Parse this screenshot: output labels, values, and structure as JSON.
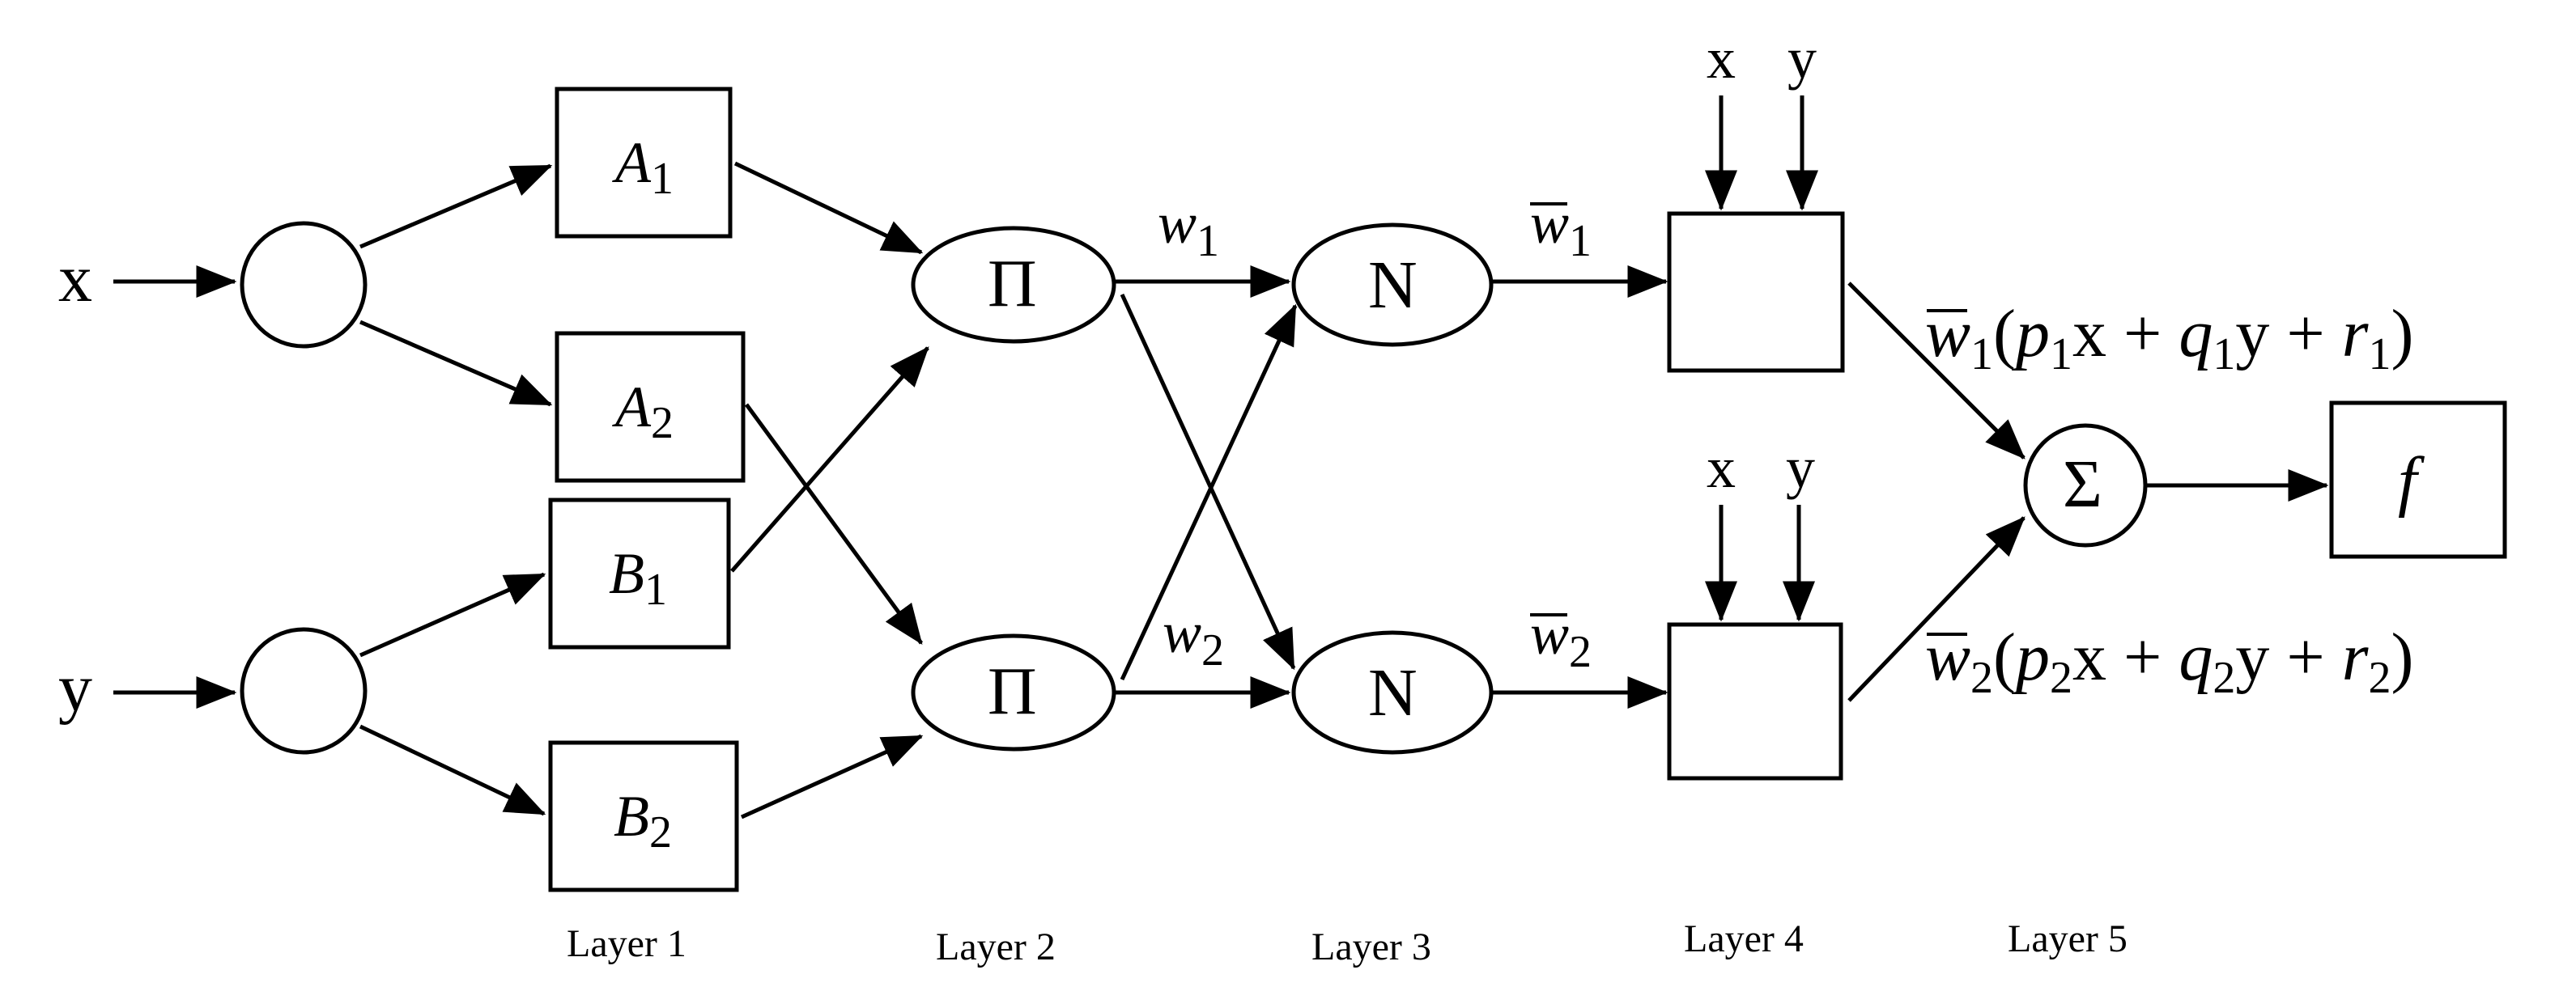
{
  "inputs": {
    "x": "x",
    "y": "y"
  },
  "layer1": {
    "a1": "A",
    "a1_sub": "1",
    "a2": "A",
    "a2_sub": "2",
    "b1": "B",
    "b1_sub": "1",
    "b2": "B",
    "b2_sub": "2"
  },
  "layer2": {
    "node1": "Π",
    "node2": "Π"
  },
  "layer3": {
    "node1": "N",
    "node2": "N"
  },
  "weights": {
    "w": "w",
    "w1_sub": "1",
    "w2_sub": "2",
    "wbar": "w",
    "wbar1_sub": "1",
    "wbar2_sub": "2"
  },
  "layer4": {
    "top_x": "x",
    "top_y": "y",
    "bottom_x": "x",
    "bottom_y": "y"
  },
  "rules": {
    "rule1": {
      "w": "w",
      "w_sub": "1",
      "open": "(",
      "p": "p",
      "p_sub": "1",
      "x": "x + ",
      "q": "q",
      "q_sub": "1",
      "y": "y + ",
      "r": "r",
      "r_sub": "1",
      "close": ")"
    },
    "rule2": {
      "w": "w",
      "w_sub": "2",
      "open": "(",
      "p": "p",
      "p_sub": "2",
      "x": "x + ",
      "q": "q",
      "q_sub": "2",
      "y": "y + ",
      "r": "r",
      "r_sub": "2",
      "close": ")"
    }
  },
  "layer5": {
    "sum": "Σ",
    "output": "f"
  },
  "layer_labels": [
    "Layer 1",
    "Layer 2",
    "Layer 3",
    "Layer 4",
    "Layer 5"
  ]
}
